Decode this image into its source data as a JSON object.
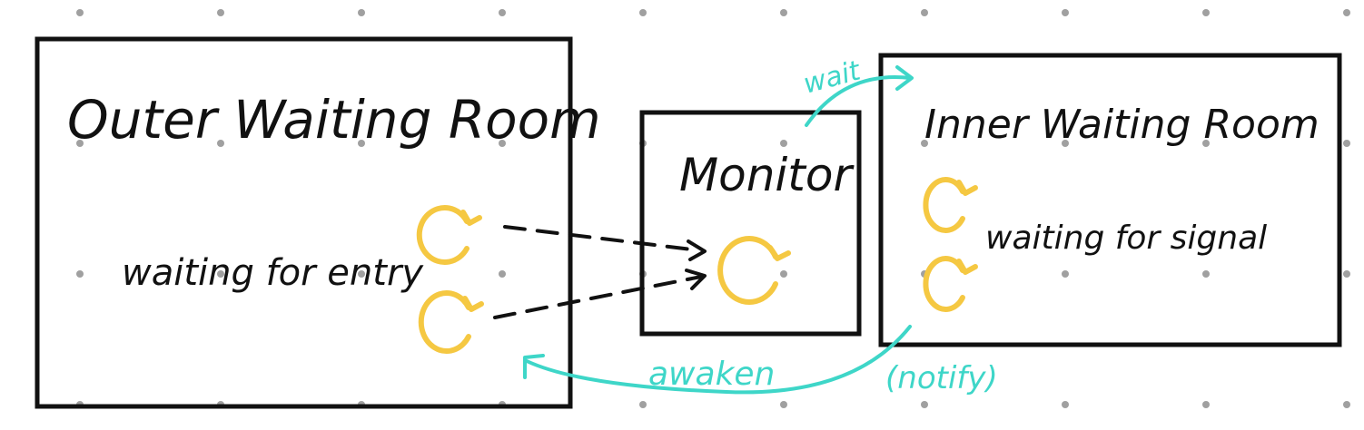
{
  "diagram": {
    "colors": {
      "background": "#ffffff",
      "dots": "#a0a0a0",
      "ink": "#111111",
      "thread": "#f5c842",
      "annotation": "#3ed6c8"
    },
    "boxes": {
      "outer": {
        "title": "Outer Waiting Room",
        "caption": "waiting for entry"
      },
      "monitor": {
        "title": "Monitor"
      },
      "inner": {
        "title": "Inner Waiting Room",
        "caption": "waiting for signal"
      }
    },
    "annotations": {
      "wait": "wait",
      "awaken": "awaken",
      "notify": "(notify)"
    },
    "icons": {
      "thread": "circular-arrow-icon"
    }
  }
}
